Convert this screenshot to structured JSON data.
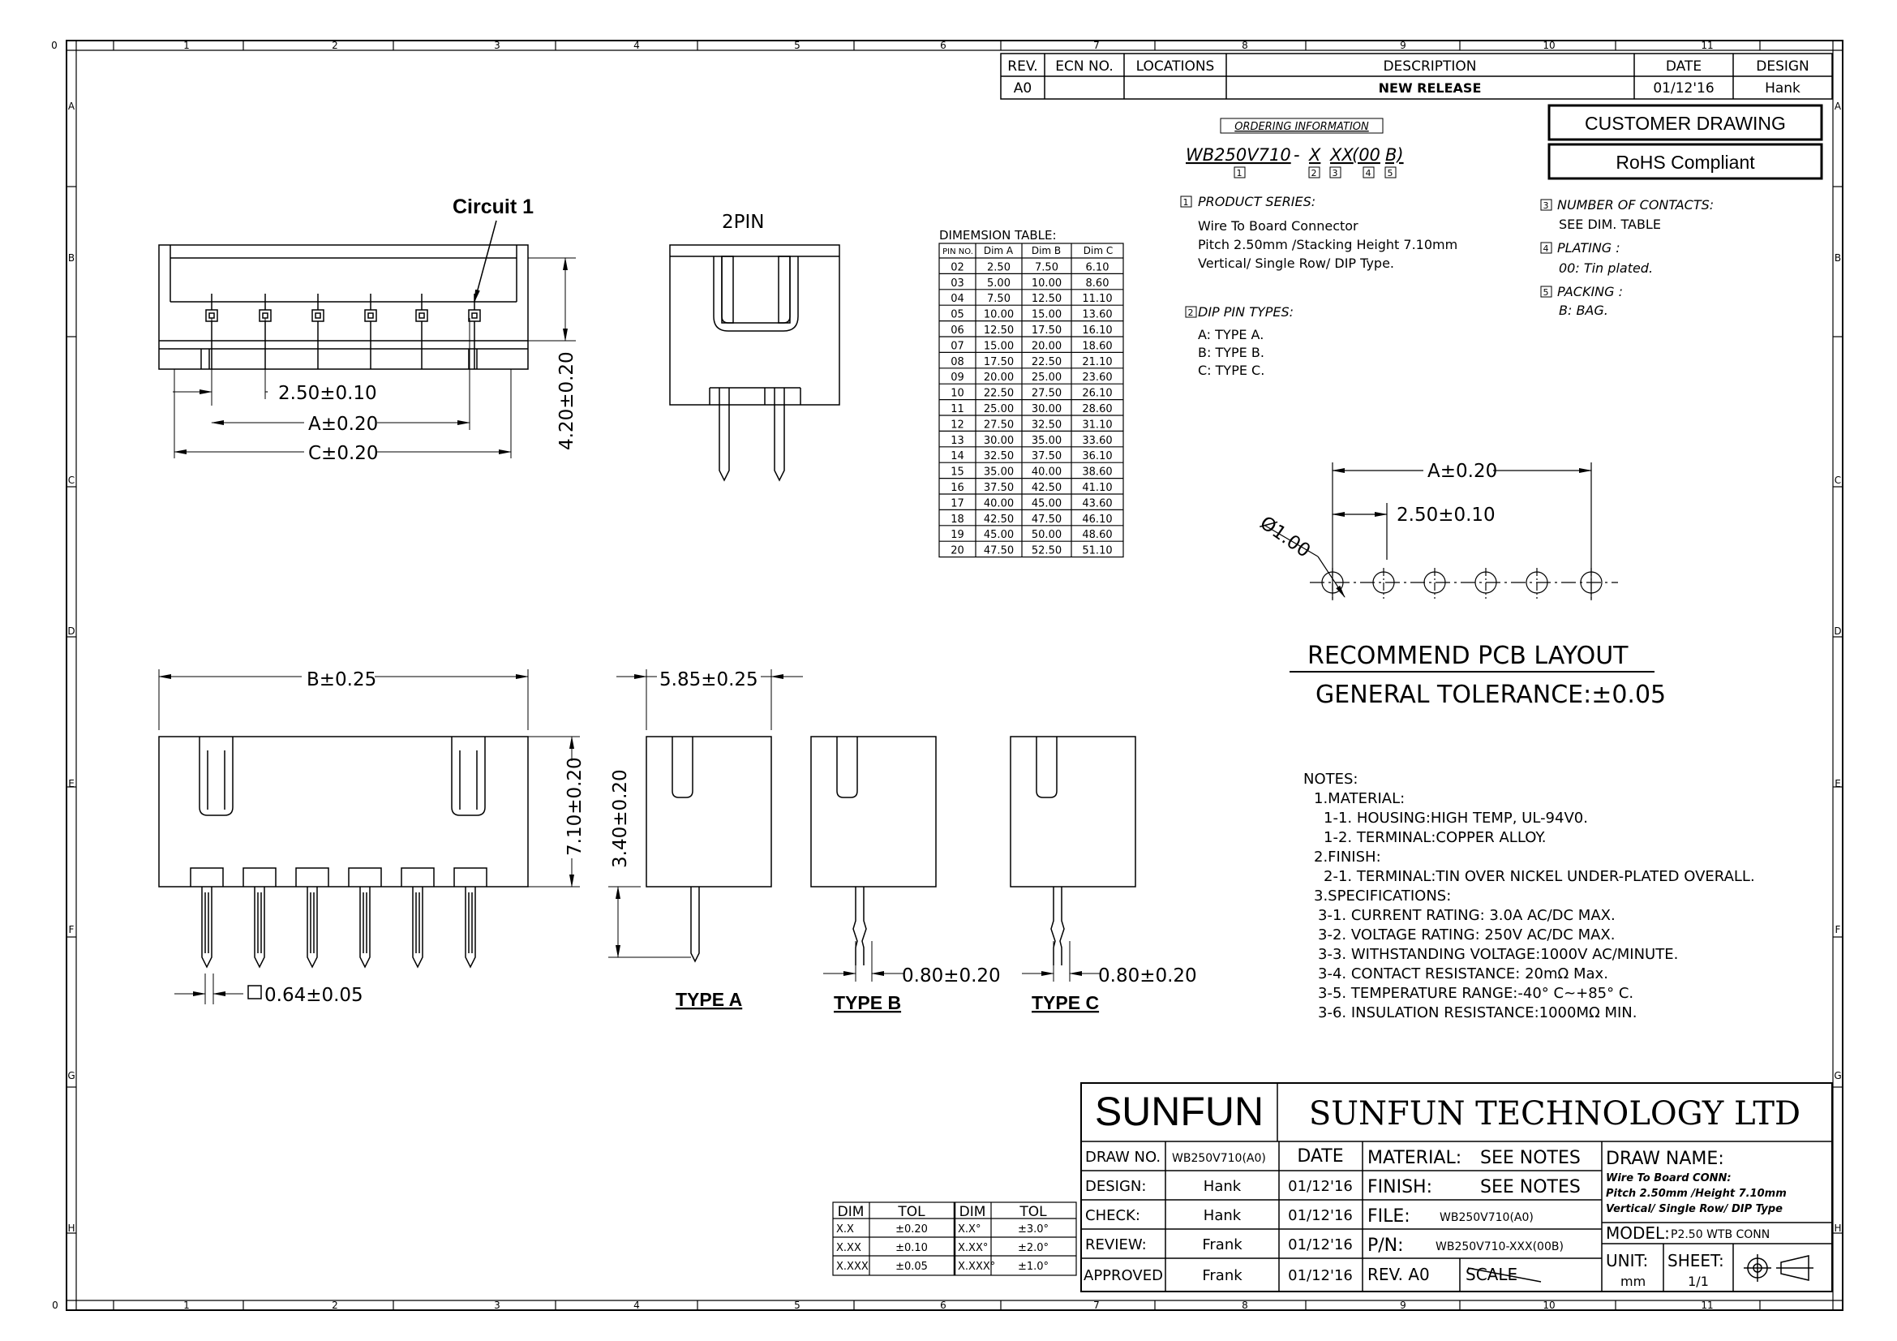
{
  "grid": {
    "cols": [
      "0",
      "1",
      "2",
      "3",
      "4",
      "5",
      "6",
      "7",
      "8",
      "9",
      "10",
      "11"
    ],
    "rows": [
      "A",
      "B",
      "C",
      "D",
      "E",
      "F",
      "G",
      "H"
    ]
  },
  "revision": {
    "headers": [
      "REV.",
      "ECN NO.",
      "LOCATIONS",
      "DESCRIPTION",
      "DATE",
      "DESIGN"
    ],
    "row": [
      "A0",
      "",
      "",
      "NEW RELEASE",
      "01/12'16",
      "Hank"
    ]
  },
  "stamps": {
    "customer": "CUSTOMER DRAWING",
    "rohs": "RoHS Compliant"
  },
  "ordering": {
    "title": "ORDERING INFORMATION",
    "part": "WB250V710",
    "dash": "-",
    "x1": "X",
    "x2": "XX",
    "p1": "(00",
    "p2": "B)",
    "markers": [
      "1",
      "2",
      "3",
      "4",
      "5"
    ],
    "product_series_title": "PRODUCT SERIES:",
    "product_series_lines": [
      "Wire To Board Connector",
      "Pitch 2.50mm /Stacking Height 7.10mm",
      "Vertical/ Single Row/ DIP Type."
    ],
    "dip_title": "DIP PIN TYPES:",
    "dip_lines": [
      "A: TYPE A.",
      "B: TYPE B.",
      "C: TYPE C."
    ],
    "contacts_title": "NUMBER OF CONTACTS:",
    "contacts_line": "SEE DIM. TABLE",
    "plating_title": "PLATING :",
    "plating_line": "00: Tin plated.",
    "packing_title": "PACKING :",
    "packing_line": "B: BAG."
  },
  "dimension_table": {
    "title": "DIMEMSION TABLE:",
    "headers": [
      "PIN NO.",
      "Dim A",
      "Dim B",
      "Dim C"
    ],
    "rows": [
      [
        "02",
        "2.50",
        "7.50",
        "6.10"
      ],
      [
        "03",
        "5.00",
        "10.00",
        "8.60"
      ],
      [
        "04",
        "7.50",
        "12.50",
        "11.10"
      ],
      [
        "05",
        "10.00",
        "15.00",
        "13.60"
      ],
      [
        "06",
        "12.50",
        "17.50",
        "16.10"
      ],
      [
        "07",
        "15.00",
        "20.00",
        "18.60"
      ],
      [
        "08",
        "17.50",
        "22.50",
        "21.10"
      ],
      [
        "09",
        "20.00",
        "25.00",
        "23.60"
      ],
      [
        "10",
        "22.50",
        "27.50",
        "26.10"
      ],
      [
        "11",
        "25.00",
        "30.00",
        "28.60"
      ],
      [
        "12",
        "27.50",
        "32.50",
        "31.10"
      ],
      [
        "13",
        "30.00",
        "35.00",
        "33.60"
      ],
      [
        "14",
        "32.50",
        "37.50",
        "36.10"
      ],
      [
        "15",
        "35.00",
        "40.00",
        "38.60"
      ],
      [
        "16",
        "37.50",
        "42.50",
        "41.10"
      ],
      [
        "17",
        "40.00",
        "45.00",
        "43.60"
      ],
      [
        "18",
        "42.50",
        "47.50",
        "46.10"
      ],
      [
        "19",
        "45.00",
        "50.00",
        "48.60"
      ],
      [
        "20",
        "47.50",
        "52.50",
        "51.10"
      ]
    ]
  },
  "views": {
    "circuit1": "Circuit 1",
    "pin2": "2PIN",
    "dim_250": "2.50±0.10",
    "dim_a": "A±0.20",
    "dim_c": "C±0.20",
    "dim_420": "4.20±0.20",
    "dim_b": "B±0.25",
    "dim_710": "7.10±0.20",
    "dim_064": "0.64±0.05",
    "dim_585": "5.85±0.25",
    "dim_340": "3.40±0.20",
    "dim_080a": "0.80±0.20",
    "dim_080b": "0.80±0.20",
    "type_a": "TYPE A",
    "type_b": "TYPE B",
    "type_c": "TYPE C"
  },
  "pcb": {
    "dim_a": "A±0.20",
    "dim_pitch": "2.50±0.10",
    "dim_hole": "Ø1.00",
    "title": "RECOMMEND PCB LAYOUT",
    "tolerance": "GENERAL TOLERANCE:±0.05"
  },
  "notes": [
    "NOTES:",
    "1.MATERIAL:",
    "1-1. HOUSING:HIGH TEMP, UL-94V0.",
    "1-2. TERMINAL:COPPER ALLOY.",
    "2.FINISH:",
    "2-1. TERMINAL:TIN OVER NICKEL UNDER-PLATED OVERALL.",
    "3.SPECIFICATIONS:",
    "3-1. CURRENT RATING: 3.0A AC/DC MAX.",
    "3-2. VOLTAGE RATING: 250V AC/DC MAX.",
    "3-3. WITHSTANDING VOLTAGE:1000V AC/MINUTE.",
    "3-4. CONTACT RESISTANCE: 20mΩ Max.",
    "3-5. TEMPERATURE RANGE:-40° C~+85° C.",
    "3-6. INSULATION RESISTANCE:1000MΩ MIN."
  ],
  "tolerance_table": {
    "headers": [
      "DIM",
      "TOL",
      "DIM",
      "TOL"
    ],
    "rows": [
      [
        "X.X",
        "±0.20",
        "X.X°",
        "±3.0°"
      ],
      [
        "X.XX",
        "±0.10",
        "X.XX°",
        "±2.0°"
      ],
      [
        "X.XXX",
        "±0.05",
        "X.XXX°",
        "±1.0°"
      ]
    ]
  },
  "title_block": {
    "logo": "SUNFUN",
    "company": "SUNFUN TECHNOLOGY LTD",
    "draw_no_label": "DRAW NO.",
    "draw_no": "WB250V710(A0)",
    "date_header": "DATE",
    "rows": [
      {
        "label": "DESIGN:",
        "name": "Hank",
        "date": "01/12'16"
      },
      {
        "label": "CHECK:",
        "name": "Hank",
        "date": "01/12'16"
      },
      {
        "label": "REVIEW:",
        "name": "Frank",
        "date": "01/12'16"
      },
      {
        "label": "APPROVED",
        "name": "Frank",
        "date": "01/12'16"
      }
    ],
    "material_label": "MATERIAL:",
    "material": "SEE NOTES",
    "finish_label": "FINISH:",
    "finish": "SEE NOTES",
    "file_label": "FILE:",
    "file": "WB250V710(A0)",
    "pn_label": "P/N:",
    "pn": "WB250V710-XXX(00B)",
    "rev_label": "REV. A0",
    "scale_label": "SCALE",
    "draw_name_label": "DRAW NAME:",
    "draw_name_lines": [
      "Wire To Board CONN:",
      "Pitch 2.50mm /Height 7.10mm",
      "Vertical/ Single Row/ DIP Type"
    ],
    "model_label": "MODEL:",
    "model": "P2.50 WTB CONN",
    "unit_label": "UNIT:",
    "unit": "mm",
    "sheet_label": "SHEET:",
    "sheet": "1/1"
  }
}
